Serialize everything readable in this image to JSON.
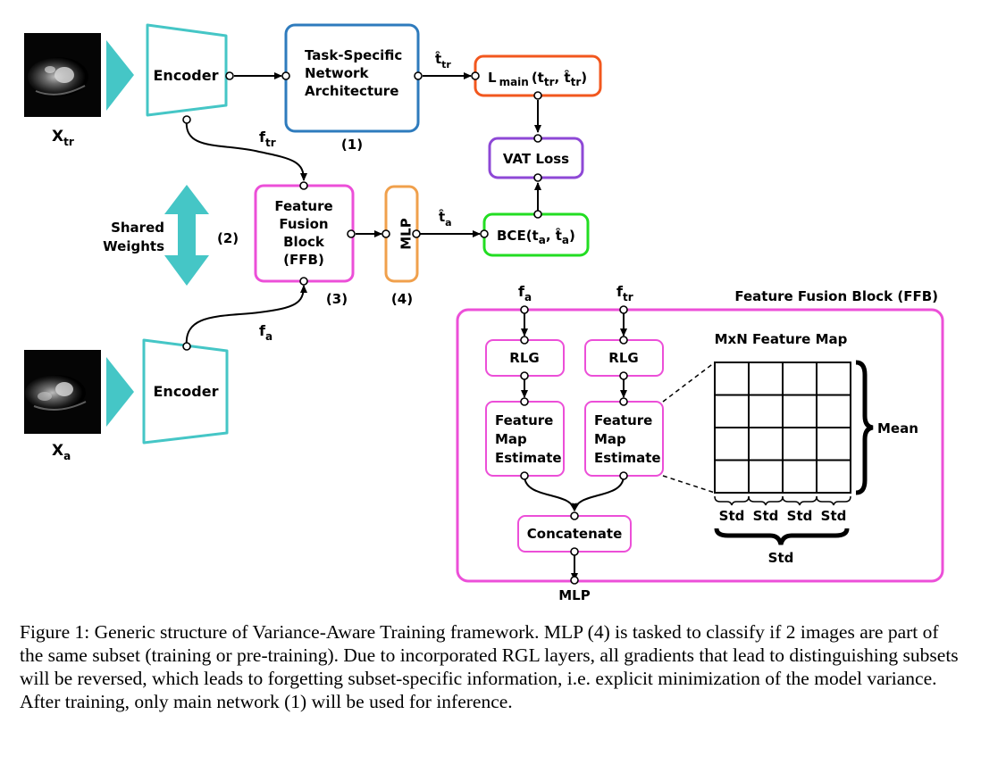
{
  "inputs": {
    "x_tr": {
      "base": "X",
      "sub": "tr"
    },
    "x_a": {
      "base": "X",
      "sub": "a"
    }
  },
  "encoder_label": "Encoder",
  "task_network": {
    "lines": [
      "Task-Specific",
      "Network",
      "Architecture"
    ],
    "number": "(1)"
  },
  "loss_main": {
    "prefix": "L",
    "sub": "main",
    "args_open": "(t",
    "args_sub1": "tr",
    "args_sep": ", t̂",
    "args_sub2": "tr",
    "args_close": ")"
  },
  "t_hat_tr": {
    "base": "t̂",
    "sub": "tr"
  },
  "vat_loss": "VAT Loss",
  "bce": {
    "prefix": "BCE(t",
    "sub1": "a",
    "sep": ", t̂",
    "sub2": "a",
    "close": ")"
  },
  "t_hat_a": {
    "base": "t̂",
    "sub": "a"
  },
  "f_tr": {
    "base": "f",
    "sub": "tr"
  },
  "f_a": {
    "base": "f",
    "sub": "a"
  },
  "shared_weights": {
    "lines": [
      "Shared",
      "Weights"
    ],
    "number": "(2)"
  },
  "ffb_main": {
    "lines": [
      "Feature",
      "Fusion",
      "Block",
      "(FFB)"
    ],
    "number": "(3)"
  },
  "mlp": {
    "label": "MLP",
    "number": "(4)"
  },
  "ffb_detail": {
    "title": "Feature Fusion Block (FFB)",
    "input_a": {
      "base": "f",
      "sub": "a"
    },
    "input_tr": {
      "base": "f",
      "sub": "tr"
    },
    "rlg": "RLG",
    "fme_lines": [
      "Feature",
      "Map",
      "Estimate"
    ],
    "concatenate": "Concatenate",
    "output": "MLP",
    "feature_map_title": "MxN Feature Map",
    "grid_rows": 4,
    "grid_cols": 4,
    "mean_label": "Mean",
    "std_labels": [
      "Std",
      "Std",
      "Std",
      "Std"
    ],
    "std_total": "Std"
  },
  "colors": {
    "teal": "#45c6c6",
    "blue": "#2e7bbd",
    "orange_red": "#f2571e",
    "purple": "#8e48d6",
    "green": "#22dd22",
    "magenta": "#ec4fd8",
    "orange": "#f0a04c"
  },
  "caption": "Figure 1: Generic structure of Variance-Aware Training framework. MLP (4) is tasked to classify if 2 images are part of the same subset (training or pre-training). Due to incorporated RGL layers, all gradients that lead to distinguishing subsets will be reversed, which leads to forgetting subset-specific information, i.e. explicit minimization of the model variance. After training, only main network (1) will be used for inference."
}
